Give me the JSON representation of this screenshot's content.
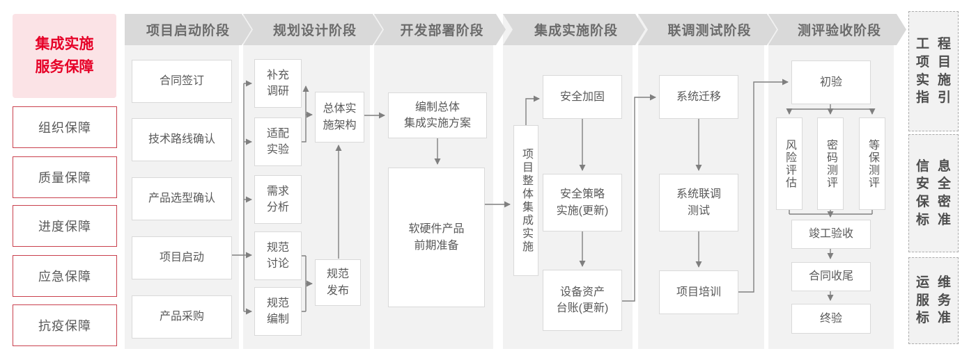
{
  "left_panel": {
    "title": "集成实施\n服务保障",
    "items": [
      "组织保障",
      "质量保障",
      "进度保障",
      "应急保障",
      "抗疫保障"
    ]
  },
  "phases": [
    {
      "header": "项目启动阶段",
      "boxes": [
        "合同签订",
        "技术路线确认",
        "产品选型确认",
        "项目启动",
        "产品采购"
      ]
    },
    {
      "header": "规划设计阶段",
      "boxes": [
        "补充\n调研",
        "适配\n实验",
        "需求\n分析",
        "规范\n讨论",
        "规范\n编制"
      ],
      "sub_boxes": [
        "总体实\n施架构",
        "规范\n发布"
      ]
    },
    {
      "header": "开发部署阶段",
      "boxes": [
        "编制总体\n集成实施方案",
        "软硬件产品\n前期准备"
      ]
    },
    {
      "header": "集成实施阶段",
      "vertical_box": "项目整体集成实施",
      "boxes": [
        "安全加固",
        "安全策略\n实施(更新)",
        "设备资产\n台账(更新)"
      ]
    },
    {
      "header": "联调测试阶段",
      "boxes": [
        "系统迁移",
        "系统联调\n测试",
        "项目培训"
      ]
    },
    {
      "header": "测评验收阶段",
      "boxes": [
        "初验",
        "竣工验收",
        "合同收尾",
        "终验"
      ],
      "vertical_boxes": [
        "风险评估",
        "密码测评",
        "等保测评"
      ]
    }
  ],
  "side_panel": [
    {
      "rows": [
        "工程",
        "项目",
        "实施",
        "指引"
      ]
    },
    {
      "rows": [
        "信息",
        "安全",
        "保密",
        "标准"
      ]
    },
    {
      "rows": [
        "运维",
        "服务",
        "标准"
      ]
    }
  ],
  "colors": {
    "accent_red": "#e60027",
    "pink_background": "#fbe3e6",
    "red_border": "#c9404d",
    "header_band": "#d9d9d9",
    "column_background": "#f2f2f2",
    "box_border": "#d9d9d9",
    "text_gray": "#595959",
    "arrow_gray": "#7f7f7f"
  }
}
